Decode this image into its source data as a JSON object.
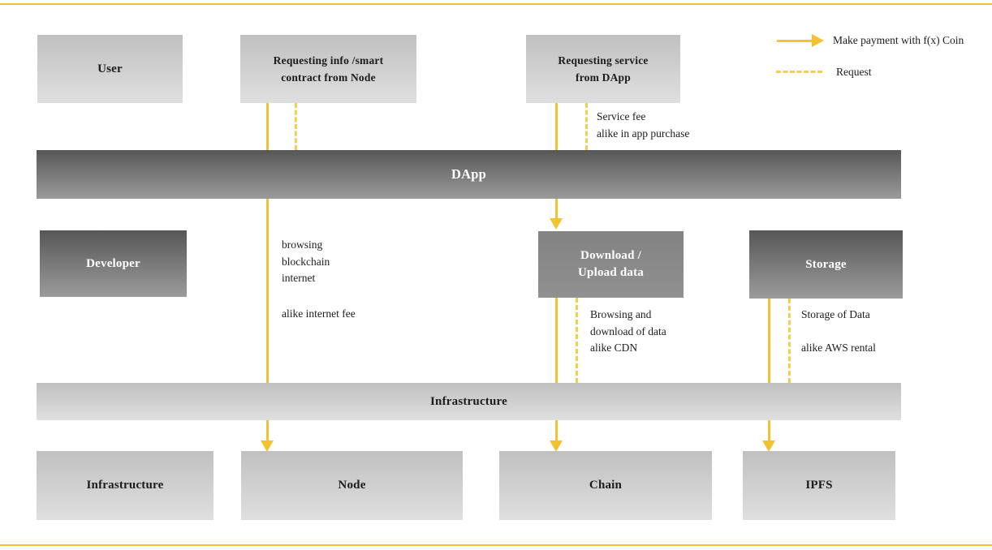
{
  "colors": {
    "accent_yellow": "#F2C230",
    "dash_yellow": "#F5CE4B",
    "light_box_top": "#c0c0c0",
    "light_box_bottom": "#dfdfdf",
    "dark_box_top": "#575757",
    "dark_box_bottom": "#9b9b9b",
    "text_dark": "#1c1c1c",
    "text_light": "#ffffff"
  },
  "legend": {
    "payment": "Make payment with f(x) Coin",
    "request": "Request"
  },
  "top_row": {
    "user": "User",
    "requesting_info_line1": "Requesting info /smart",
    "requesting_info_line2": "contract from Node",
    "requesting_service_line1": "Requesting service",
    "requesting_service_line2": "from DApp"
  },
  "middle": {
    "dapp": "DApp",
    "developer": "Developer",
    "download_line1": "Download /",
    "download_line2": "Upload data",
    "storage": "Storage"
  },
  "annotations": {
    "service_fee": [
      "Service fee",
      "alike in app purchase"
    ],
    "browsing": [
      "browsing",
      "blockchain",
      "internet"
    ],
    "internet_fee": "alike internet fee",
    "cdn": [
      "Browsing and",
      "download of data",
      "alike CDN"
    ],
    "storage_of_data": "Storage of Data",
    "aws_rental": "alike AWS rental"
  },
  "bottom": {
    "infrastructure_bar": "Infrastructure",
    "infrastructure": "Infrastructure",
    "node": "Node",
    "chain": "Chain",
    "ipfs": "IPFS"
  }
}
